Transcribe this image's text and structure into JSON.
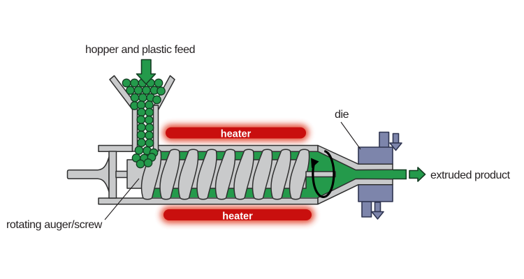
{
  "labels": {
    "hopper_feed": "hopper and plastic feed",
    "heater_top": "heater",
    "heater_bottom": "heater",
    "die": "die",
    "extruded_product": "extruded product",
    "rotating_auger": "rotating auger/screw"
  },
  "colors": {
    "background": "#ffffff",
    "green": "#249a4b",
    "green_outline": "#143c22",
    "metal": "#c9cacb",
    "metal_outline": "#2f2f2f",
    "slate": "#7d85ab",
    "slate_outline": "#2e3450",
    "heater": "#c90f0e",
    "heater_glow": "#e03a20",
    "text": "#231f20"
  }
}
